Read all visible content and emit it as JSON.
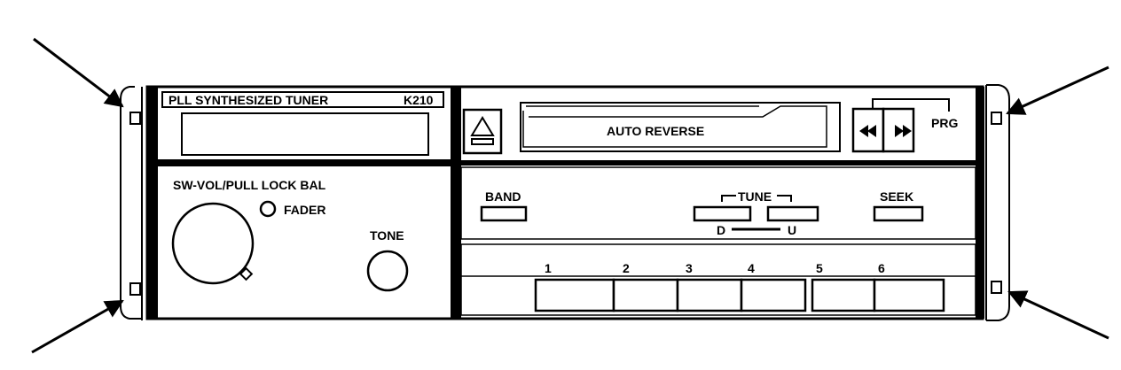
{
  "tuner": {
    "header": "PLL  SYNTHESIZED TUNER",
    "model": "K210"
  },
  "controls": {
    "volume_label": "SW-VOL/PULL LOCK BAL",
    "fader_label": "FADER",
    "tone_label": "TONE"
  },
  "cassette": {
    "slot_label": "AUTO  REVERSE",
    "prg_label": "PRG"
  },
  "buttons": {
    "band": "BAND",
    "tune": "TUNE",
    "seek": "SEEK",
    "down": "D",
    "up": "U"
  },
  "presets": [
    "1",
    "2",
    "3",
    "4",
    "5",
    "6"
  ]
}
